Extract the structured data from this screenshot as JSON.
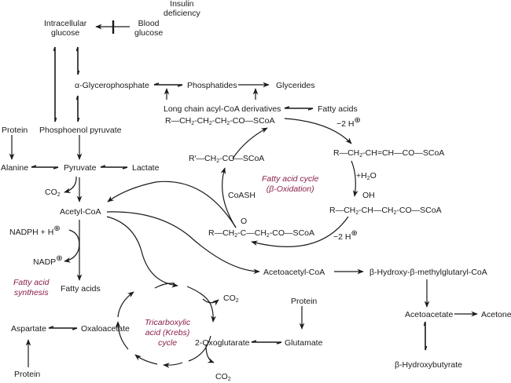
{
  "diagram": {
    "type": "metabolic-pathway",
    "topic": "Ketogenesis and lipid metabolism in insulin deficiency",
    "nodes": {
      "insulin_deficiency": "Insulin\ndeficiency",
      "intracellular_glucose_1": "Intracellular",
      "intracellular_glucose_2": "glucose",
      "blood_glucose_1": "Blood",
      "blood_glucose_2": "glucose",
      "insulin_1": "Insulin",
      "insulin_2": "deficiency",
      "alpha_glycerophosphate": "α-Glycerophosphate",
      "phosphatides": "Phosphatides",
      "glycerides": "Glycerides",
      "long_chain_acyl_coa": "Long chain acyl-CoA derivatives",
      "fatty_acids_top": "Fatty acids",
      "acyl_formula": "R—CH₂-CH₂-CH₂-CO—SCoA",
      "enoyl_formula": "R—CH₂-CH=CH—CO—SCoA",
      "hydroxy_formula": "R—CH₂-CH—CH₂-CO—SCoA",
      "hydroxy_oh": "OH",
      "keto_formula": "R—CH₂-C—CH₂-CO—SCoA",
      "keto_o": "O",
      "short_acyl_formula": "R′—CH₂-CO—SCoA",
      "minus_2h_1": "−2 H",
      "minus_2h_2": "−2 H",
      "plus_h2o": "+H₂O",
      "coash": "CoASH",
      "fatty_acid_cycle_1": "Fatty acid cycle",
      "fatty_acid_cycle_2": "(β-Oxidation)",
      "protein_left": "Protein",
      "phosphoenol_pyruvate": "Phosphoenol pyruvate",
      "alanine": "Alanine",
      "pyruvate": "Pyruvate",
      "lactate": "Lactate",
      "co2_pyruvate": "CO₂",
      "acetyl_coa": "Acetyl-CoA",
      "nadph": "NADPH + H",
      "nadp": "NADP",
      "fatty_acid_synthesis_1": "Fatty acid",
      "fatty_acid_synthesis_2": "synthesis",
      "fatty_acids_bottom": "Fatty acids",
      "acetoacetyl_coa": "Acetoacetyl-CoA",
      "hmg_coa": "β-Hydroxy-β-methylglutaryl-CoA",
      "acetoacetate": "Acetoacetate",
      "acetone": "Acetone",
      "beta_hydroxybutyrate": "β-Hydroxybutyrate",
      "co2_krebs_1": "CO₂",
      "co2_krebs_2": "CO₂",
      "protein_mid": "Protein",
      "glutamate": "Glutamate",
      "two_oxoglutarate": "2-Oxoglutarate",
      "aspartate": "Aspartate",
      "oxaloacetate": "Oxaloacetate",
      "protein_bottom": "Protein",
      "krebs_1": "Tricarboxylic",
      "krebs_2": "acid (Krebs)",
      "krebs_3": "cycle",
      "plus_sign": "⊕"
    },
    "colors": {
      "text": "#1a1a1a",
      "cycle_label": "#8a1f4a",
      "line": "#1a1a1a"
    }
  }
}
